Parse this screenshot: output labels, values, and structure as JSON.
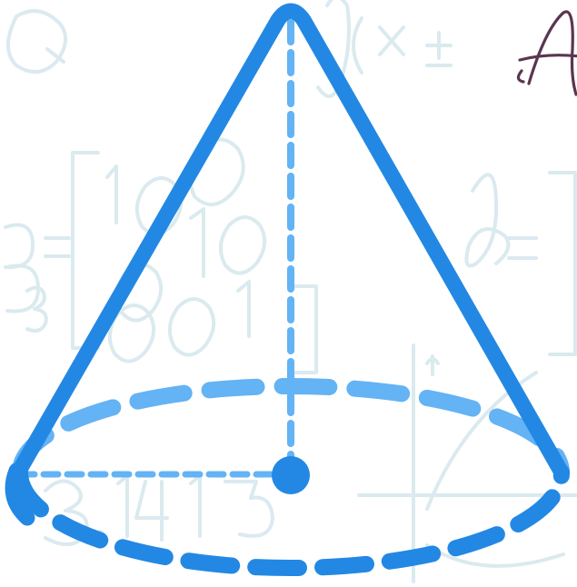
{
  "background": {
    "color": "#ffffff",
    "math_color": "#d9e9ef",
    "cropped_heading_fragment": "A",
    "heading_color": "#5a3650"
  },
  "figure": {
    "shape": "cone",
    "line_color": "#2388e3",
    "dashed_color": "#63b3f5",
    "apex_icon": "apex",
    "center_dot_icon": "center-dot"
  }
}
